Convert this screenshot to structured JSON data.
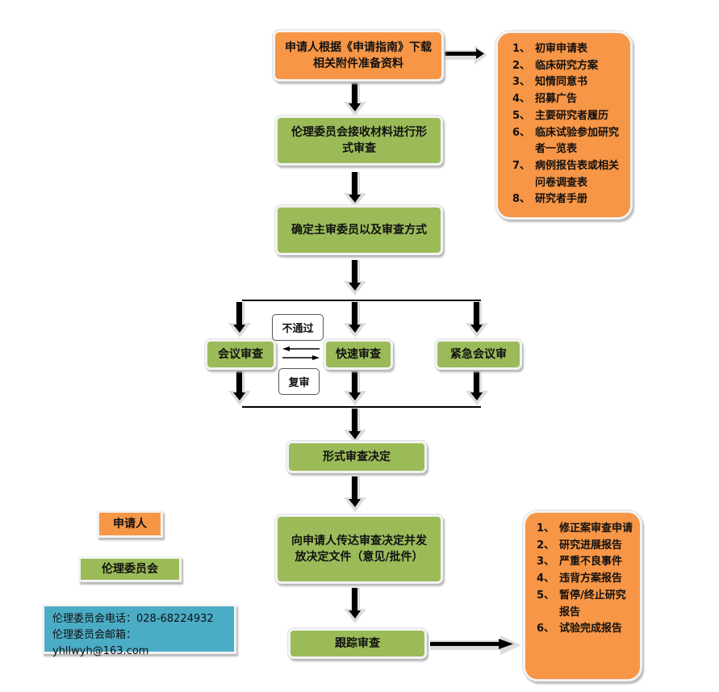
{
  "colors": {
    "applicant": "#f79646",
    "committee": "#9bbb59",
    "contact": "#4bacc6",
    "arrow": "#000000"
  },
  "steps": {
    "prepare": "申请人根据《申请指南》下载相关附件准备资料",
    "receive": "伦理委员会接收材料进行形式审查",
    "determine": "确定主审委员以及审查方式",
    "meeting_review": "会议审查",
    "fast_review": "快速审查",
    "emergency_review": "紧急会议审",
    "formal_decision": "形式审查决定",
    "notify": "向申请人传达审查决定并发放决定文件（意见/批件）",
    "follow_up": "跟踪审查"
  },
  "labels": {
    "not_passed": "不通过",
    "re_review": "复审"
  },
  "documents_list": [
    {
      "num": "1、",
      "text": "初审申请表"
    },
    {
      "num": "2、",
      "text": "临床研究方案"
    },
    {
      "num": "3、",
      "text": "知情同意书"
    },
    {
      "num": "4、",
      "text": "招募广告"
    },
    {
      "num": "5、",
      "text": "主要研究者履历"
    },
    {
      "num": "6、",
      "text": "临床试验参加研究者一览表"
    },
    {
      "num": "7、",
      "text": "病例报告表或相关问卷调查表"
    },
    {
      "num": "8、",
      "text": "研究者手册"
    }
  ],
  "follow_up_list": [
    {
      "num": "1、",
      "text": "修正案审查申请"
    },
    {
      "num": "2、",
      "text": "研究进展报告"
    },
    {
      "num": "3、",
      "text": "严重不良事件"
    },
    {
      "num": "4、",
      "text": "违背方案报告"
    },
    {
      "num": "5、",
      "text": "暂停/终止研究报告"
    },
    {
      "num": "6、",
      "text": "试验完成报告"
    }
  ],
  "legend": {
    "applicant": "申请人",
    "committee": "伦理委员会"
  },
  "contact": {
    "phone_label": "伦理委员会电话：",
    "phone": "028-68224932",
    "email_label": "伦理委员会邮箱：",
    "email": "yhllwyh@163.com"
  }
}
